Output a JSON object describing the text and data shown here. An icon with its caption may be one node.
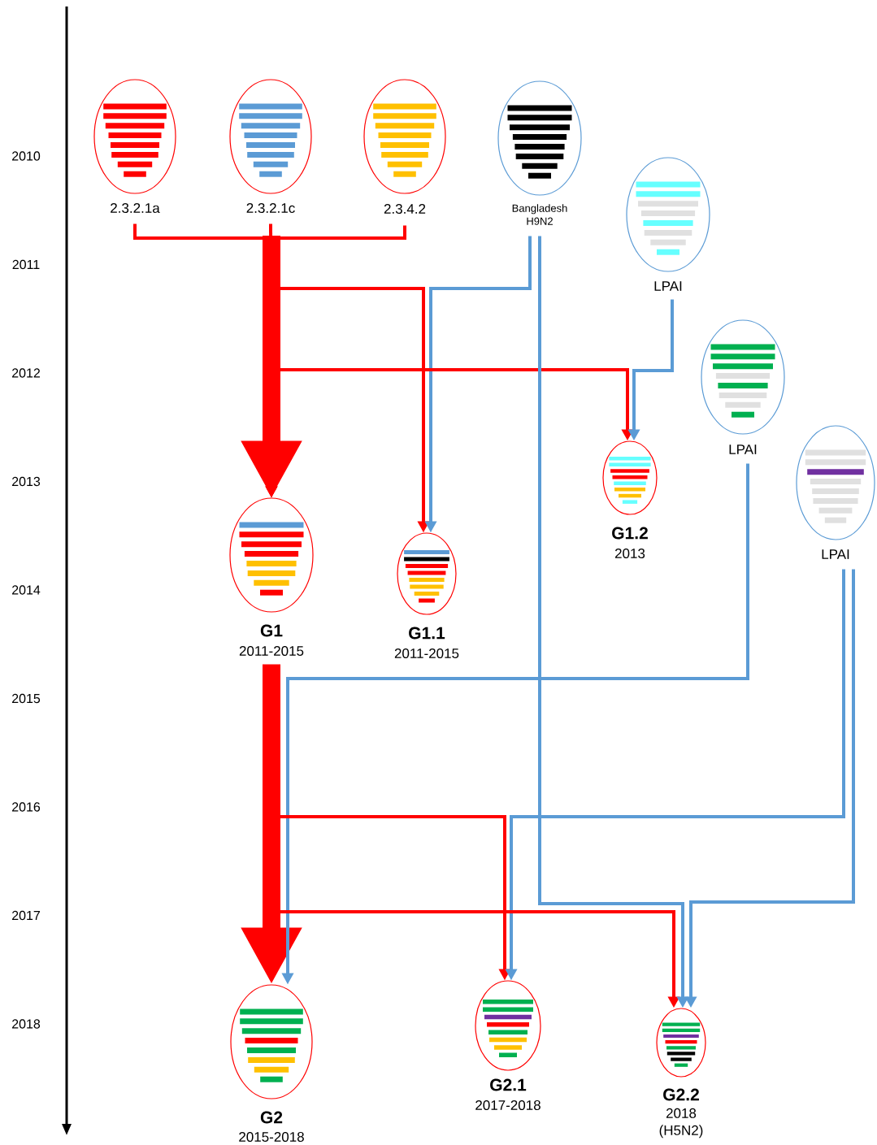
{
  "diagram": {
    "nodes": [
      {
        "text": [
          "2.3.2.1a"
        ]
      },
      {
        "text": [
          "2.3.2.1c"
        ]
      },
      {
        "text": [
          "2.3.4.2"
        ]
      },
      {
        "text": [
          "Bangladesh H9N2"
        ]
      },
      {
        "text": [
          "LPAI"
        ]
      },
      {
        "text": [
          "LPAI"
        ]
      },
      {
        "text": [
          "LPAI"
        ]
      },
      {
        "text": [
          "G1",
          "2011-2015"
        ]
      },
      {
        "text": [
          "G1.1",
          "2011-2015"
        ]
      },
      {
        "text": [
          "G1.2",
          "2013"
        ]
      },
      {
        "text": [
          "G2",
          "2015-2018"
        ]
      },
      {
        "text": [
          "G2.1",
          "2017-2018"
        ]
      },
      {
        "text": [
          "G2.2",
          "2018 (H5N2)"
        ]
      }
    ],
    "edges": [
      {
        "from": 0,
        "to": 7,
        "arrow": "to"
      },
      {
        "from": 1,
        "to": 7,
        "arrow": "to"
      },
      {
        "from": 2,
        "to": 7,
        "arrow": "to"
      },
      {
        "from": null,
        "to": 8,
        "arrow": "to"
      },
      {
        "from": 3,
        "to": 8,
        "arrow": "to",
        "color": "#5b9bd5"
      },
      {
        "from": null,
        "to": 9,
        "arrow": "to"
      },
      {
        "from": 4,
        "to": 9,
        "arrow": "to",
        "color": "#5b9bd5"
      },
      {
        "from": 7,
        "to": 10,
        "arrow": "to",
        "style": "thick"
      },
      {
        "from": 5,
        "to": 10,
        "arrow": "to",
        "color": "#5b9bd5"
      },
      {
        "from": null,
        "to": 11,
        "arrow": "to"
      },
      {
        "from": 6,
        "to": 11,
        "arrow": "to",
        "color": "#5b9bd5"
      },
      {
        "from": null,
        "to": 12,
        "arrow": "to"
      },
      {
        "from": 3,
        "to": 12,
        "arrow": "to",
        "color": "#5b9bd5"
      },
      {
        "from": 6,
        "to": 12,
        "arrow": "to",
        "color": "#5b9bd5"
      }
    ],
    "labels": [
      "2010",
      "2011",
      "2012",
      "2013",
      "2014",
      "2015",
      "2016",
      "2017",
      "2018"
    ]
  }
}
